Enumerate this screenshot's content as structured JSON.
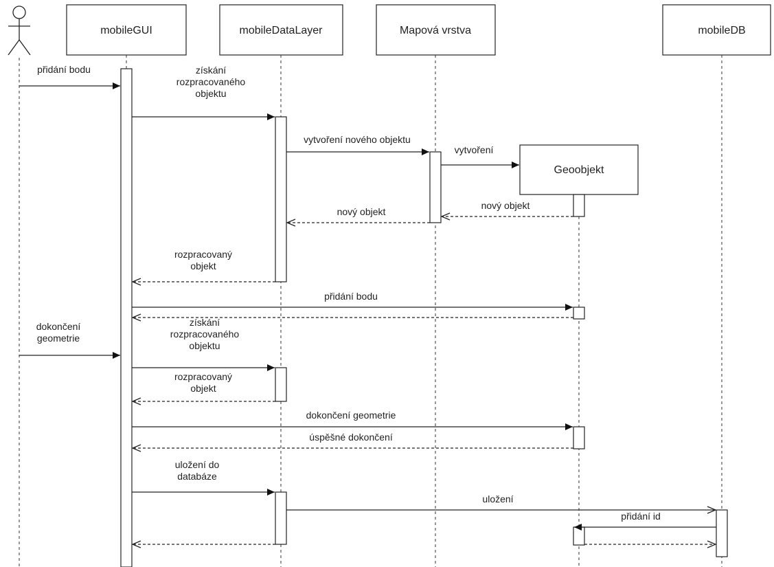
{
  "participants": {
    "actor": "",
    "mobileGUI": "mobileGUI",
    "mobileDataLayer": "mobileDataLayer",
    "mapova": "Mapová vrstva",
    "geoobjekt": "Geoobjekt",
    "mobileDB": "mobileDB"
  },
  "messages": {
    "m1": [
      "přidání bodu"
    ],
    "m2": [
      "získání",
      "rozpracovaného",
      "objektu"
    ],
    "m3": [
      "vytvoření nového objektu"
    ],
    "m4": [
      "vytvoření"
    ],
    "m5": [
      "nový objekt"
    ],
    "m6": [
      "nový objekt"
    ],
    "m7": [
      "rozpracovaný",
      "objekt"
    ],
    "m8": [
      "přidání bodu"
    ],
    "m9": [],
    "m10": [
      "dokončení",
      "geometrie"
    ],
    "m11": [
      "získání",
      "rozpracovaného",
      "objektu"
    ],
    "m12": [
      "rozpracovaný",
      "objekt"
    ],
    "m13": [
      "dokončení geometrie"
    ],
    "m14": [
      "úspěšné dokončení"
    ],
    "m15": [
      "uložení do",
      "databáze"
    ],
    "m16": [
      "uložení"
    ],
    "m17": [
      "přidání id"
    ],
    "m18": [],
    "m19": []
  }
}
